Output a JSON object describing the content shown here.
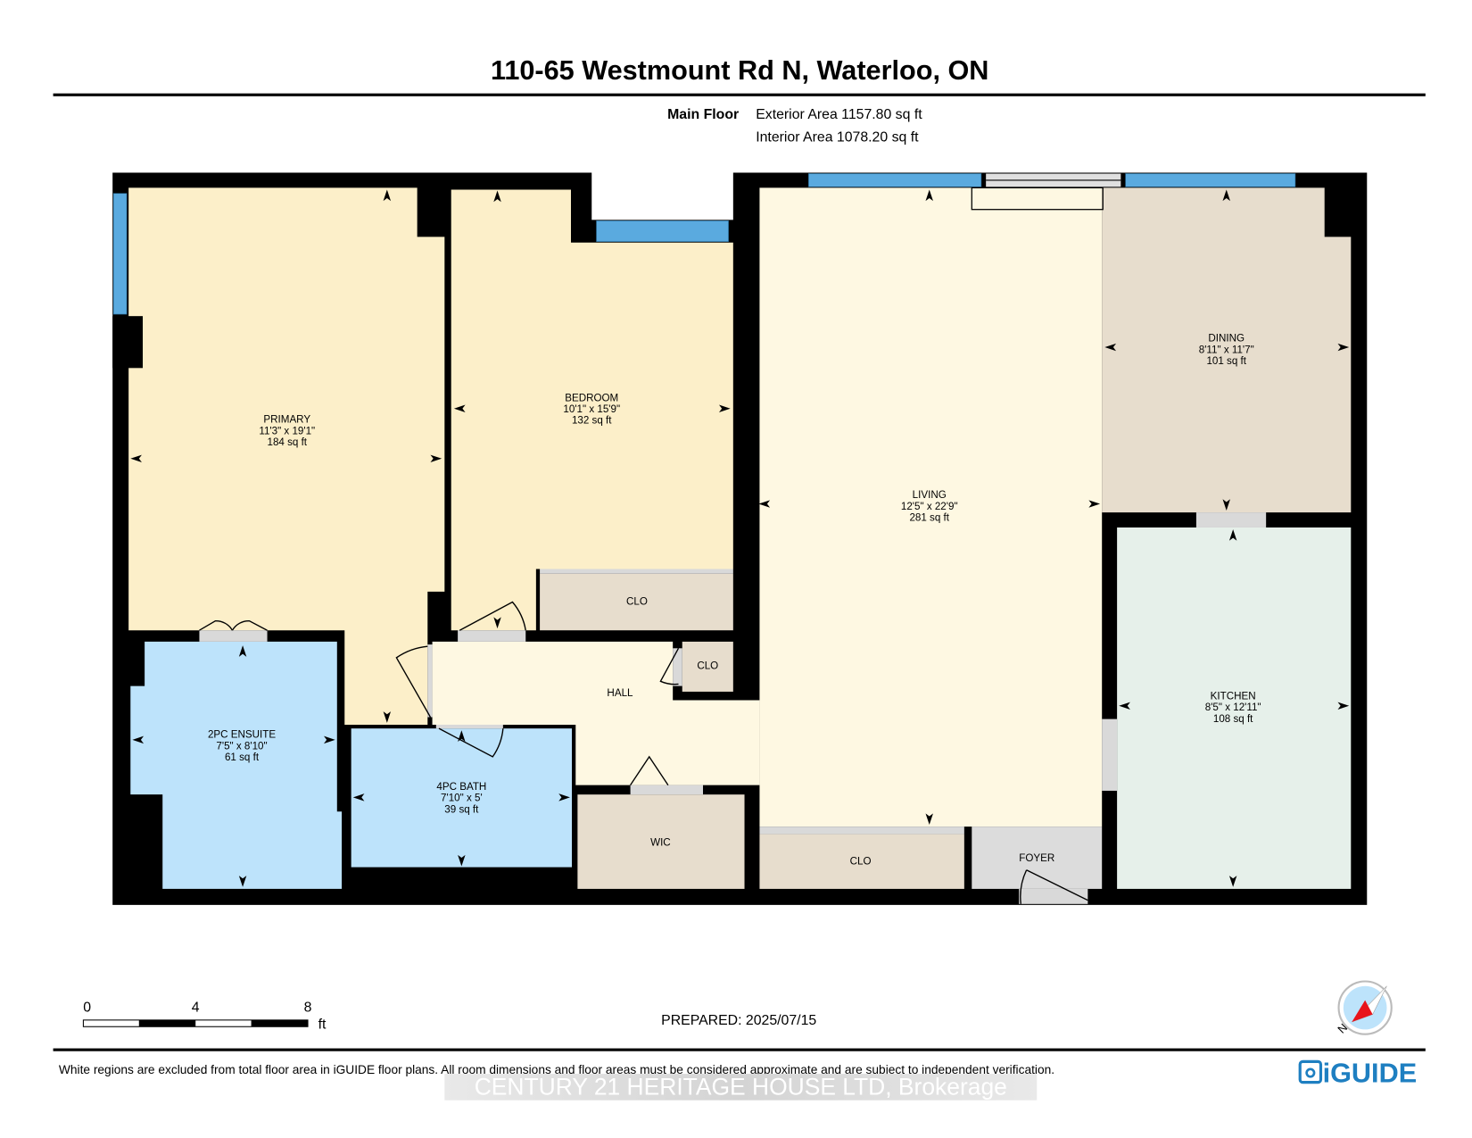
{
  "header": {
    "title": "110-65 Westmount Rd N, Waterloo, ON",
    "floor_label": "Main Floor",
    "exterior_area": "Exterior Area 1157.80 sq ft",
    "interior_area": "Interior Area 1078.20 sq ft"
  },
  "rooms": {
    "primary": {
      "name": "PRIMARY",
      "dims": "11'3\" x 19'1\"",
      "area": "184 sq ft",
      "color": "#fcefc9"
    },
    "bedroom": {
      "name": "BEDROOM",
      "dims": "10'1\" x 15'9\"",
      "area": "132 sq ft",
      "color": "#fcefc9"
    },
    "living": {
      "name": "LIVING",
      "dims": "12'5\" x 22'9\"",
      "area": "281 sq ft",
      "color": "#fef8e2"
    },
    "dining": {
      "name": "DINING",
      "dims": "8'11\" x 11'7\"",
      "area": "101 sq ft",
      "color": "#e7ddcd"
    },
    "kitchen": {
      "name": "KITCHEN",
      "dims": "8'5\" x 12'11\"",
      "area": "108 sq ft",
      "color": "#e6f0ea"
    },
    "ensuite": {
      "name": "2PC ENSUITE",
      "dims": "7'5\" x 8'10\"",
      "area": "61 sq ft",
      "color": "#bde3fb"
    },
    "bath": {
      "name": "4PC BATH",
      "dims": "7'10\" x 5'",
      "area": "39 sq ft",
      "color": "#bde3fb"
    },
    "hall": {
      "name": "HALL",
      "color": "#fef8e2"
    },
    "bedroom_closet": {
      "name": "CLO",
      "color": "#e7ddcd"
    },
    "hall_closet": {
      "name": "CLO",
      "color": "#e7ddcd"
    },
    "living_closet": {
      "name": "CLO",
      "color": "#e7ddcd"
    },
    "wic": {
      "name": "WIC",
      "color": "#e7ddcd"
    },
    "foyer": {
      "name": "FOYER",
      "color": "#dcdcdc"
    }
  },
  "colors": {
    "wall": "#000000",
    "window": "#5aaadf",
    "door_opening": "#d9d9d9",
    "brand": "#1e7fc1",
    "compass_needle": "#e8141b"
  },
  "scale_bar": {
    "ticks": [
      "0",
      "4",
      "8"
    ],
    "unit": "ft"
  },
  "prepared": "PREPARED: 2025/07/15",
  "compass": {
    "label": "N"
  },
  "footer": {
    "disclaimer": "White regions are excluded from total floor area in iGUIDE floor plans. All room dimensions and floor areas must be considered approximate and are subject to independent verification.",
    "watermark": "CENTURY 21 HERITAGE HOUSE LTD, Brokerage",
    "logo": "iGUIDE"
  }
}
